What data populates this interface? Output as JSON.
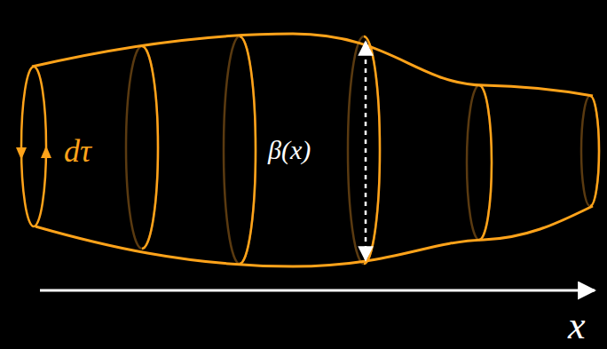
{
  "diagram": {
    "labels": [
      "dτ",
      "β(x)",
      "x"
    ]
  }
}
